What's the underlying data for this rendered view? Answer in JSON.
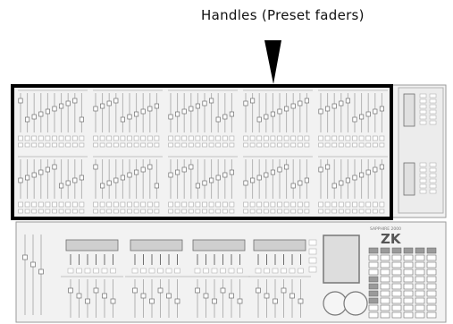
{
  "callout": {
    "label": "Handles (Preset faders)"
  },
  "console": {
    "logo_text": "ZK",
    "model_text": "SAPPHIRE 2000"
  },
  "colors": {
    "background": "#ffffff",
    "outline": "#000000",
    "panel_fill": "#f2f2f2",
    "panel_stroke": "#9a9a9a",
    "detail": "#b3b3b3",
    "dark_detail": "#6e6e6e"
  }
}
